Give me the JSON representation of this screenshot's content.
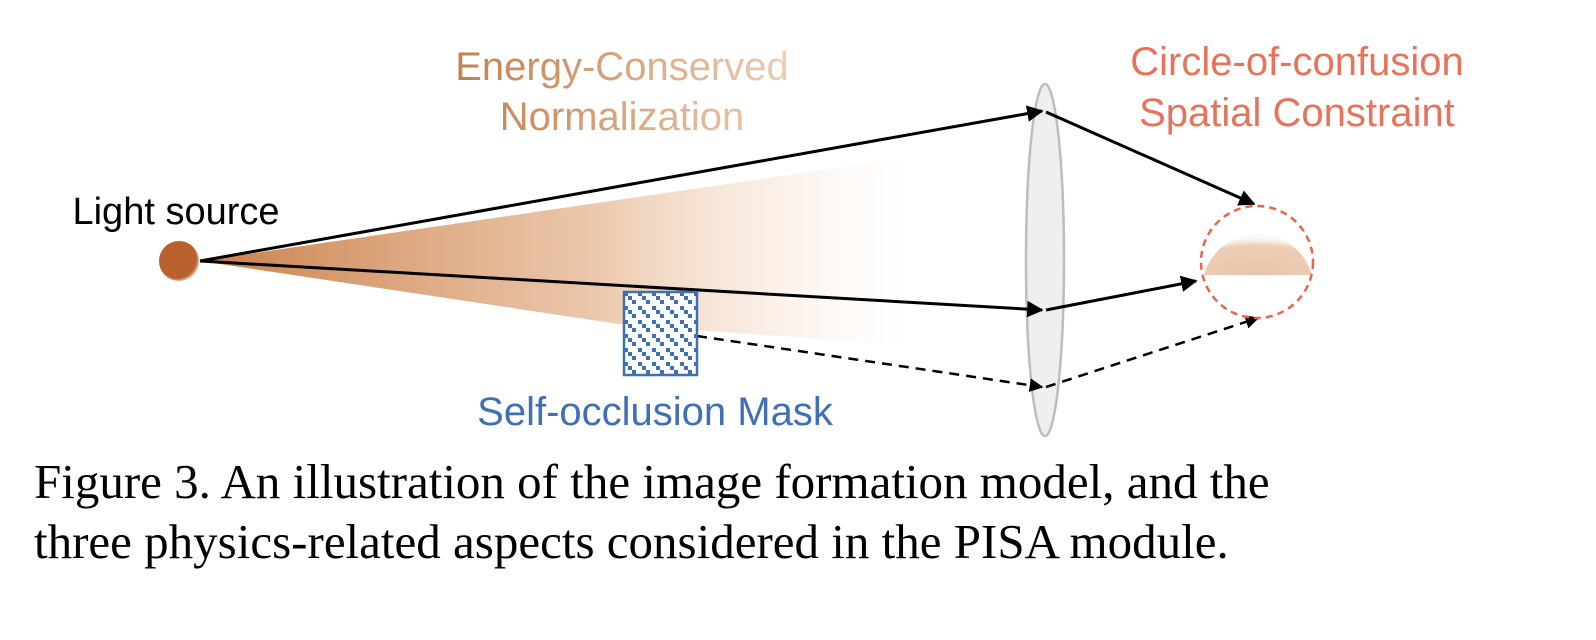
{
  "labels": {
    "light_source": "Light source",
    "energy_line1": "Energy-Conserved",
    "energy_line2": "Normalization",
    "coc_line1": "Circle-of-confusion",
    "coc_line2": "Spatial Constraint",
    "mask": "Self-occlusion Mask"
  },
  "caption": {
    "line1": "Figure 3.  An illustration of the image formation model, and the",
    "line2": "three physics-related aspects considered in the PISA module."
  },
  "colors": {
    "light_source": "#b8612c",
    "beam_start": "#c97f4a",
    "energy_text_start": "#c07a45",
    "energy_text_end": "#f0d2b8",
    "coc_text": "#e6735a",
    "coc_circle": "#e8654a",
    "coc_fill": "#e8c4a8",
    "mask": "#3f6fb5",
    "lens_fill": "#efefef",
    "lens_stroke": "#bdbdbd",
    "arrow": "#000000"
  }
}
